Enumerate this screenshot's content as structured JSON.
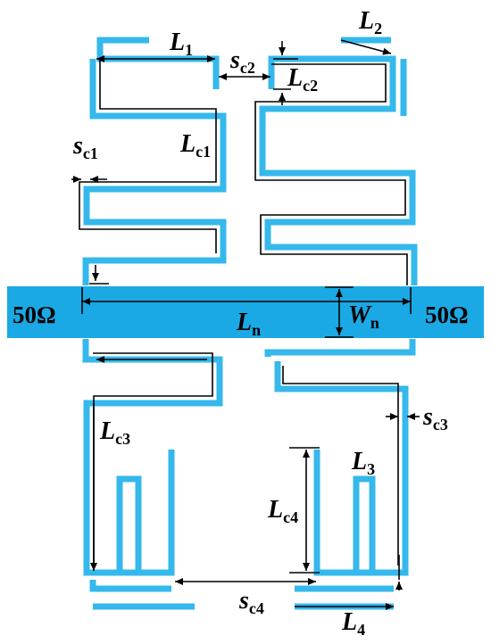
{
  "ports": {
    "left": "50Ω",
    "right": "50Ω"
  },
  "labels": {
    "L1": {
      "main": "L",
      "sub": "1"
    },
    "L2": {
      "main": "L",
      "sub": "2"
    },
    "L3": {
      "main": "L",
      "sub": "3"
    },
    "L4": {
      "main": "L",
      "sub": "4"
    },
    "Ln": {
      "main": "L",
      "sub": "n"
    },
    "Wn": {
      "main": "W",
      "sub": "n"
    },
    "Lc1": {
      "main": "L",
      "sub": "c1"
    },
    "Lc2": {
      "main": "L",
      "sub": "c2"
    },
    "Lc3": {
      "main": "L",
      "sub": "c3"
    },
    "Lc4": {
      "main": "L",
      "sub": "c4"
    },
    "sc1": {
      "main": "s",
      "sub": "c1"
    },
    "sc2": {
      "main": "s",
      "sub": "c2"
    },
    "sc3": {
      "main": "s",
      "sub": "c3"
    },
    "sc4": {
      "main": "s",
      "sub": "c4"
    }
  },
  "colors": {
    "trace": "#35b8ec",
    "feedline": "#1aa9e4",
    "annotation": "#000000"
  }
}
